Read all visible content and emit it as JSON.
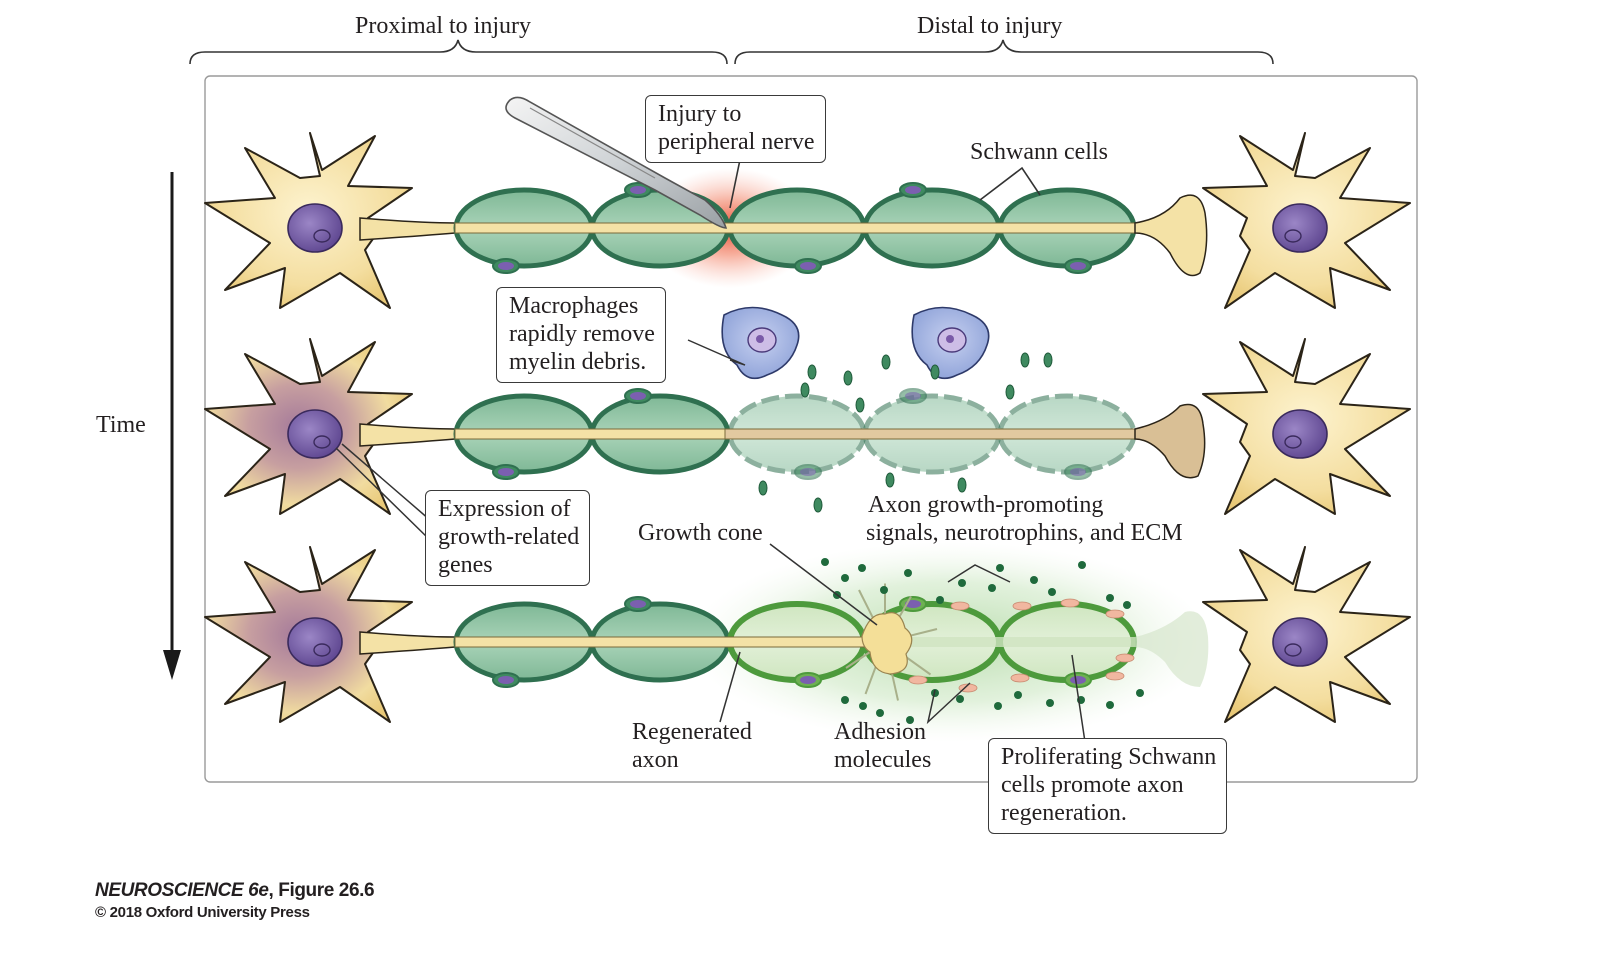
{
  "figure": {
    "header_labels": {
      "proximal": "Proximal to injury",
      "distal": "Distal to injury"
    },
    "axis_label": "Time",
    "callouts": {
      "injury": [
        "Injury to",
        "peripheral nerve"
      ],
      "macrophages": [
        "Macrophages",
        "rapidly remove",
        "myelin debris."
      ],
      "expression": [
        "Expression of",
        "growth-related",
        "genes"
      ],
      "proliferating": [
        "Proliferating Schwann",
        "cells promote axon",
        "regeneration."
      ]
    },
    "labels": {
      "schwann_cells": "Schwann cells",
      "growth_cone": "Growth cone",
      "signals_line1": "Axon growth-promoting",
      "signals_line2": "signals, neurotrophins, and ECM",
      "regenerated_axon_line1": "Regenerated",
      "regenerated_axon_line2": "axon",
      "adhesion_line1": "Adhesion",
      "adhesion_line2": "molecules"
    },
    "stages": [
      {
        "name": "injury",
        "description": "Nerve cut by scalpel between Schwann cells"
      },
      {
        "name": "degeneration",
        "description": "Distal axon degenerates; macrophages clear myelin debris"
      },
      {
        "name": "regeneration",
        "description": "Growth cone extends along proliferating Schwann cells"
      }
    ],
    "colors": {
      "neuron_body": "#f6e3a8",
      "nucleus": "#7a62a8",
      "schwann_fill": "#8fc2a4",
      "schwann_stroke": "#2f7050",
      "injury_glow": "#e8442a",
      "macrophage": "#9fb2e0",
      "regen_schwann": "#6db052",
      "adhesion": "#f1b7a0",
      "signal_dots": "#1f6a3c"
    }
  },
  "caption": {
    "book": "NEUROSCIENCE 6e",
    "figure_ref": ", Figure 26.6",
    "copyright": "© 2018 Oxford University Press"
  }
}
